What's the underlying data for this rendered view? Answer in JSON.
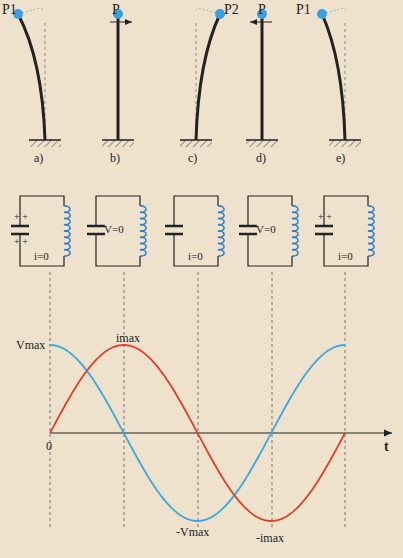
{
  "diagram": {
    "labels": [
      "P1",
      "P",
      "P2",
      "P",
      "P1",
      "a)",
      "b)",
      "c)",
      "d)",
      "e)",
      "+ +",
      "i=0",
      "V=0",
      "+ +",
      "i=0",
      "V=0",
      "+ +",
      "i=0",
      "Vmax",
      "imax",
      "0",
      "-Vmax",
      "-imax",
      "t"
    ]
  }
}
